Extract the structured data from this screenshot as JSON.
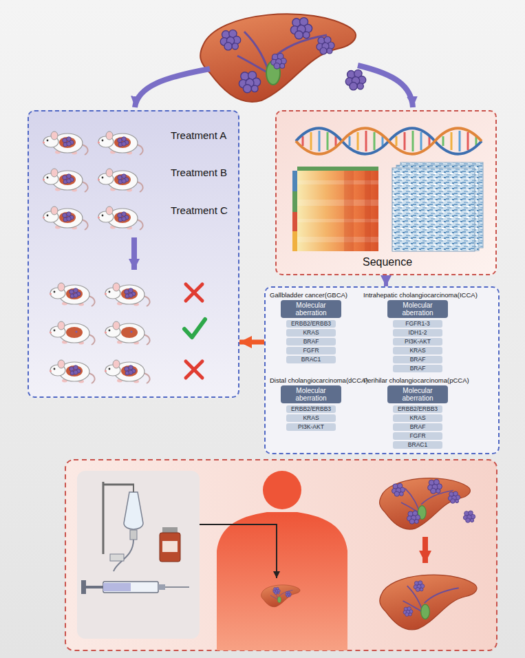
{
  "diagram": {
    "nodes": [
      {
        "text": [
          "Treatment A",
          "Treatment B",
          "Treatment C"
        ]
      },
      {
        "text": [
          "Sequence"
        ]
      },
      {
        "text": [
          "Gallbladder cancer(GBCA)",
          "Intrahepatic cholangiocarcinoma(ICCA)",
          "Distal cholangiocarcinoma(dCCA)",
          "Perihilar cholangiocarcinoma(pCCA)"
        ]
      },
      {
        "text": [
          "Molecular aberration"
        ],
        "in": 2
      },
      {
        "text": [
          "ERBB2/ERBB3"
        ],
        "in": 2
      },
      {
        "text": [
          "KRAS"
        ],
        "in": 2
      },
      {
        "text": [
          "BRAF"
        ],
        "in": 2
      },
      {
        "text": [
          "FGFR"
        ],
        "in": 2
      },
      {
        "text": [
          "BRAC1"
        ],
        "in": 2
      },
      {
        "text": [
          "Molecular aberration"
        ],
        "in": 2
      },
      {
        "text": [
          "FGFR1-3"
        ],
        "in": 2
      },
      {
        "text": [
          "IDH1-2"
        ],
        "in": 2
      },
      {
        "text": [
          "PI3K-AKT"
        ],
        "in": 2
      },
      {
        "text": [
          "KRAS"
        ],
        "in": 2
      },
      {
        "text": [
          "BRAF"
        ],
        "in": 2
      },
      {
        "text": [
          "BRAF"
        ],
        "in": 2
      },
      {
        "text": [
          "Molecular aberration"
        ],
        "in": 2
      },
      {
        "text": [
          "ERBB2/ERBB3"
        ],
        "in": 2
      },
      {
        "text": [
          "KRAS"
        ],
        "in": 2
      },
      {
        "text": [
          "PI3K-AKT"
        ],
        "in": 2
      },
      {
        "text": [
          "Molecular aberration"
        ],
        "in": 2
      },
      {
        "text": [
          "ERBB2/ERBB3"
        ],
        "in": 2
      },
      {
        "text": [
          "KRAS"
        ],
        "in": 2
      },
      {
        "text": [
          "BRAF"
        ],
        "in": 2
      },
      {
        "text": [
          "FGFR"
        ],
        "in": 2
      },
      {
        "text": [
          "BRAC1"
        ],
        "in": 2
      }
    ],
    "edges": [
      {
        "from": 1,
        "to": 2,
        "arrow": "to"
      },
      {
        "from": 2,
        "to": 0,
        "arrow": "to"
      }
    ]
  }
}
